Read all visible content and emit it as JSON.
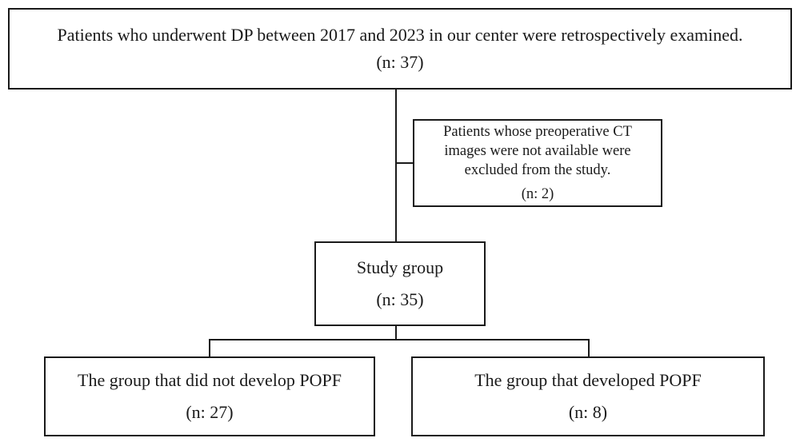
{
  "flowchart": {
    "top": {
      "text": "Patients who underwent DP between 2017 and 2023 in our center were retrospectively examined.",
      "count": "(n: 37)"
    },
    "excluded": {
      "line1": "Patients whose preoperative CT",
      "line2": "images were not available were",
      "line3": "excluded from the study.",
      "count": "(n: 2)"
    },
    "study": {
      "text": "Study group",
      "count": "(n: 35)"
    },
    "no_popf": {
      "text": "The group that did not develop POPF",
      "count": "(n: 27)"
    },
    "popf": {
      "text": "The group that developed POPF",
      "count": "(n: 8)"
    }
  }
}
